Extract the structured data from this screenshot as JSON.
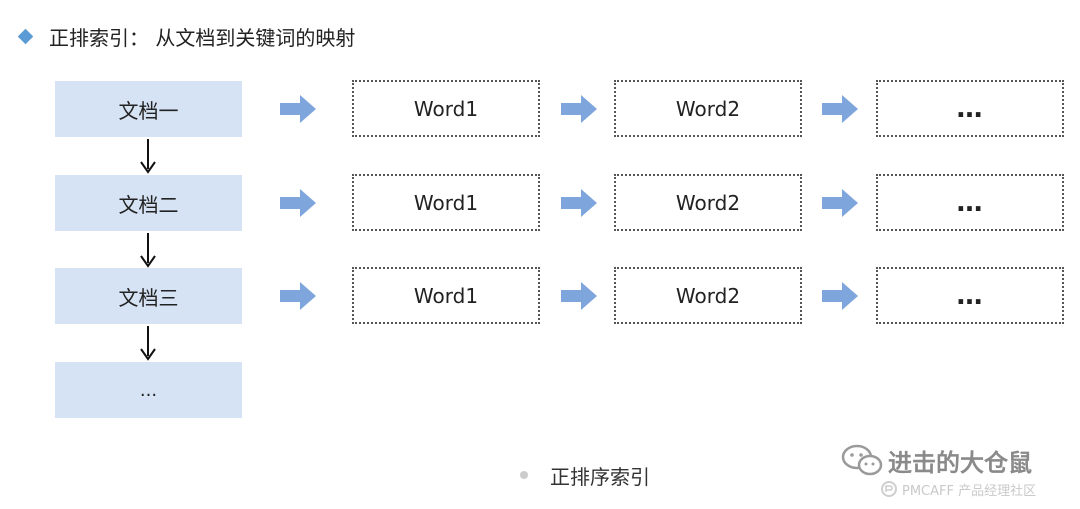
{
  "header": {
    "title": "正排索引：  从文档到关键词的映射"
  },
  "documents": [
    "文档一",
    "文档二",
    "文档三",
    "..."
  ],
  "rows": [
    {
      "items": [
        "Word1",
        "Word2",
        "…"
      ]
    },
    {
      "items": [
        "Word1",
        "Word2",
        "…"
      ]
    },
    {
      "items": [
        "Word1",
        "Word2",
        "…"
      ]
    }
  ],
  "caption": "正排序索引",
  "watermark": {
    "name": "进击的大仓鼠",
    "sub": "PMCAFF 产品经理社区"
  },
  "colors": {
    "doc_fill": "#d6e3f4",
    "arrow": "#7ea6dc",
    "accent": "#5b9bd5"
  }
}
